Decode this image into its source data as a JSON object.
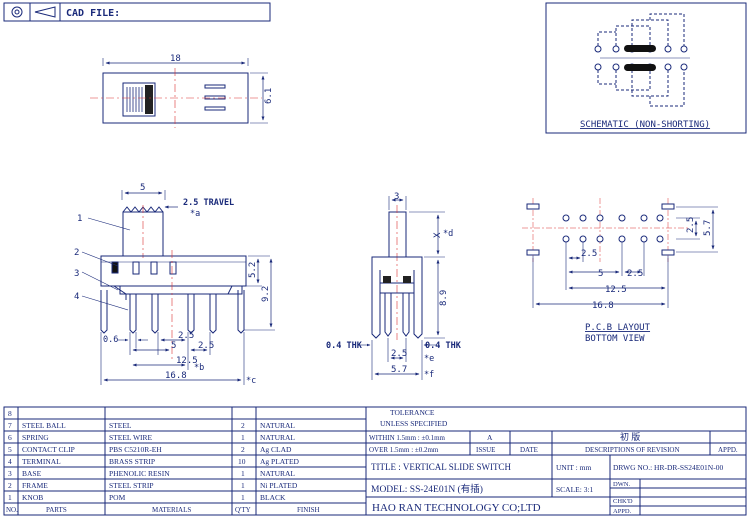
{
  "header": {
    "cad_file_label": "CAD FILE:"
  },
  "schematic": {
    "label": "SCHEMATIC (NON-SHORTING)"
  },
  "top_view": {
    "dim_length": "18",
    "dim_height": "6.1"
  },
  "front_view": {
    "dim_knob_width": "5",
    "travel_label": "2.5 TRAVEL",
    "ref_a": "*a",
    "callouts": [
      "1",
      "2",
      "3",
      "4"
    ],
    "dim_height_body": "5.2",
    "dim_height_total": "9.2",
    "dim_lead": "0.6",
    "dim_pitch1": "2.5",
    "dim_pitch2": "2.5",
    "dim_5": "5",
    "dim_12_5": "12.5",
    "ref_b": "*b",
    "dim_16_8": "16.8",
    "ref_c": "*c"
  },
  "side_view": {
    "dim_knob": "3",
    "dim_x": "X",
    "ref_d": "*d",
    "dim_8_9": "8.9",
    "thk_left": "0.4 THK",
    "thk_right": "0.4 THK",
    "dim_2_5": "2.5",
    "ref_e": "*e",
    "dim_5_7": "5.7",
    "ref_f": "*f"
  },
  "pcb": {
    "dim_2_5_v": "2.5",
    "dim_5_7_v": "5.7",
    "dim_2_5_a": "2.5",
    "dim_5": "5",
    "dim_2_5_b": "2.5",
    "dim_12_5": "12.5",
    "dim_16_8": "16.8",
    "layout_label": "P.C.B LAYOUT",
    "view_label": "BOTTOM VIEW"
  },
  "bom": {
    "rows": [
      {
        "no": "8",
        "part": "",
        "material": "",
        "qty": "",
        "finish": ""
      },
      {
        "no": "7",
        "part": "STEEL BALL",
        "material": "STEEL",
        "qty": "2",
        "finish": "NATURAL"
      },
      {
        "no": "6",
        "part": "SPRING",
        "material": "STEEL WIRE",
        "qty": "1",
        "finish": "NATURAL"
      },
      {
        "no": "5",
        "part": "CONTACT CLIP",
        "material": "PBS C5210R-EH",
        "qty": "2",
        "finish": "Ag CLAD"
      },
      {
        "no": "4",
        "part": "TERMINAL",
        "material": "BRASS STRIP",
        "qty": "10",
        "finish": "Ag PLATED"
      },
      {
        "no": "3",
        "part": "BASE",
        "material": "PHENOLIC RESIN",
        "qty": "1",
        "finish": "NATURAL"
      },
      {
        "no": "2",
        "part": "FRAME",
        "material": "STEEL STRIP",
        "qty": "1",
        "finish": "Ni PLATED"
      },
      {
        "no": "1",
        "part": "KNOB",
        "material": "POM",
        "qty": "1",
        "finish": "BLACK"
      }
    ],
    "headers": {
      "no": "NO.",
      "part": "PARTS",
      "material": "MATERIALS",
      "qty": "Q'TY",
      "finish": "FINISH"
    }
  },
  "tolerance": {
    "title": "TOLERANCE",
    "subtitle": "UNLESS SPECIFIED",
    "line1": "WITHIN 1.5mm : ±0.1mm",
    "line2": "OVER 1.5mm : ±0.2mm"
  },
  "revision": {
    "rev_letter": "A",
    "issue_label": "ISSUE",
    "date_label": "DATE",
    "initial_text": "初 版",
    "desc_label": "DESCRIPTIONS OF REVISION",
    "appd_label": "APPD."
  },
  "title_block": {
    "title": "TITLE :  VERTICAL SLIDE SWITCH",
    "unit_label": "UNIT : mm",
    "drwg_no": "DRWG NO.: HR-DR-SS24E01N-00",
    "model": "MODEL:  SS-24E01N (有插)",
    "scale": "SCALE:  3:1",
    "dwn": "DWN.",
    "chkd": "CHK'D",
    "appd": "APPD.",
    "company": "HAO RAN TECHNOLOGY CO;LTD"
  }
}
